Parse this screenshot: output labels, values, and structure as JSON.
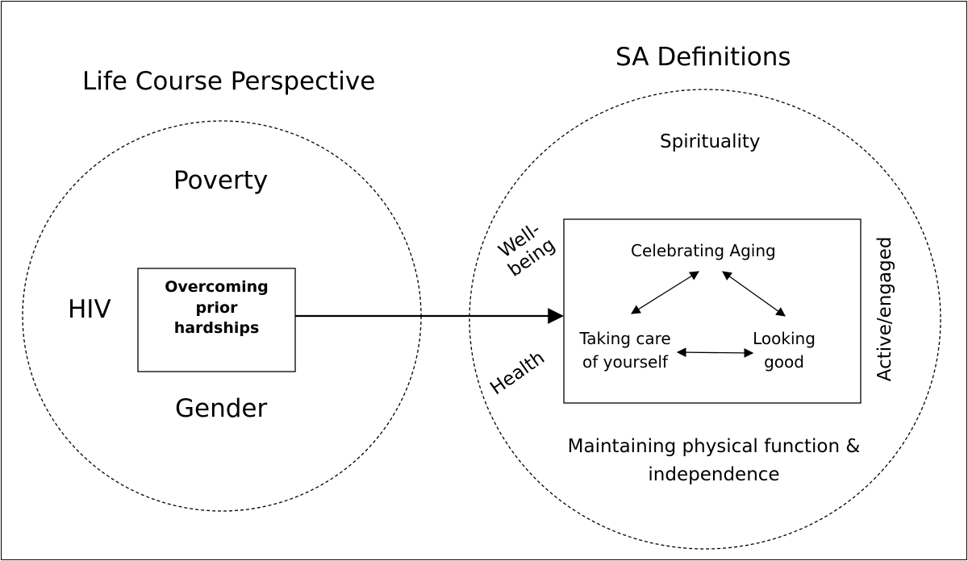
{
  "left": {
    "title": "Life Course Perspective",
    "poverty": "Poverty",
    "hiv": "HIV",
    "gender": "Gender",
    "box_lines": [
      "Overcoming",
      "prior",
      "hardships"
    ]
  },
  "right": {
    "title": "SA Definitions",
    "spirituality": "Spirituality",
    "wellbeing_lines": [
      "Well-",
      "being"
    ],
    "health": "Health",
    "active": "Active/engaged",
    "maintaining_lines": [
      "Maintaining physical function &",
      "independence"
    ],
    "center": {
      "celebrating": "Celebrating Aging",
      "taking_care_lines": [
        "Taking care",
        "of yourself"
      ],
      "looking_good_lines": [
        "Looking",
        "good"
      ]
    }
  }
}
